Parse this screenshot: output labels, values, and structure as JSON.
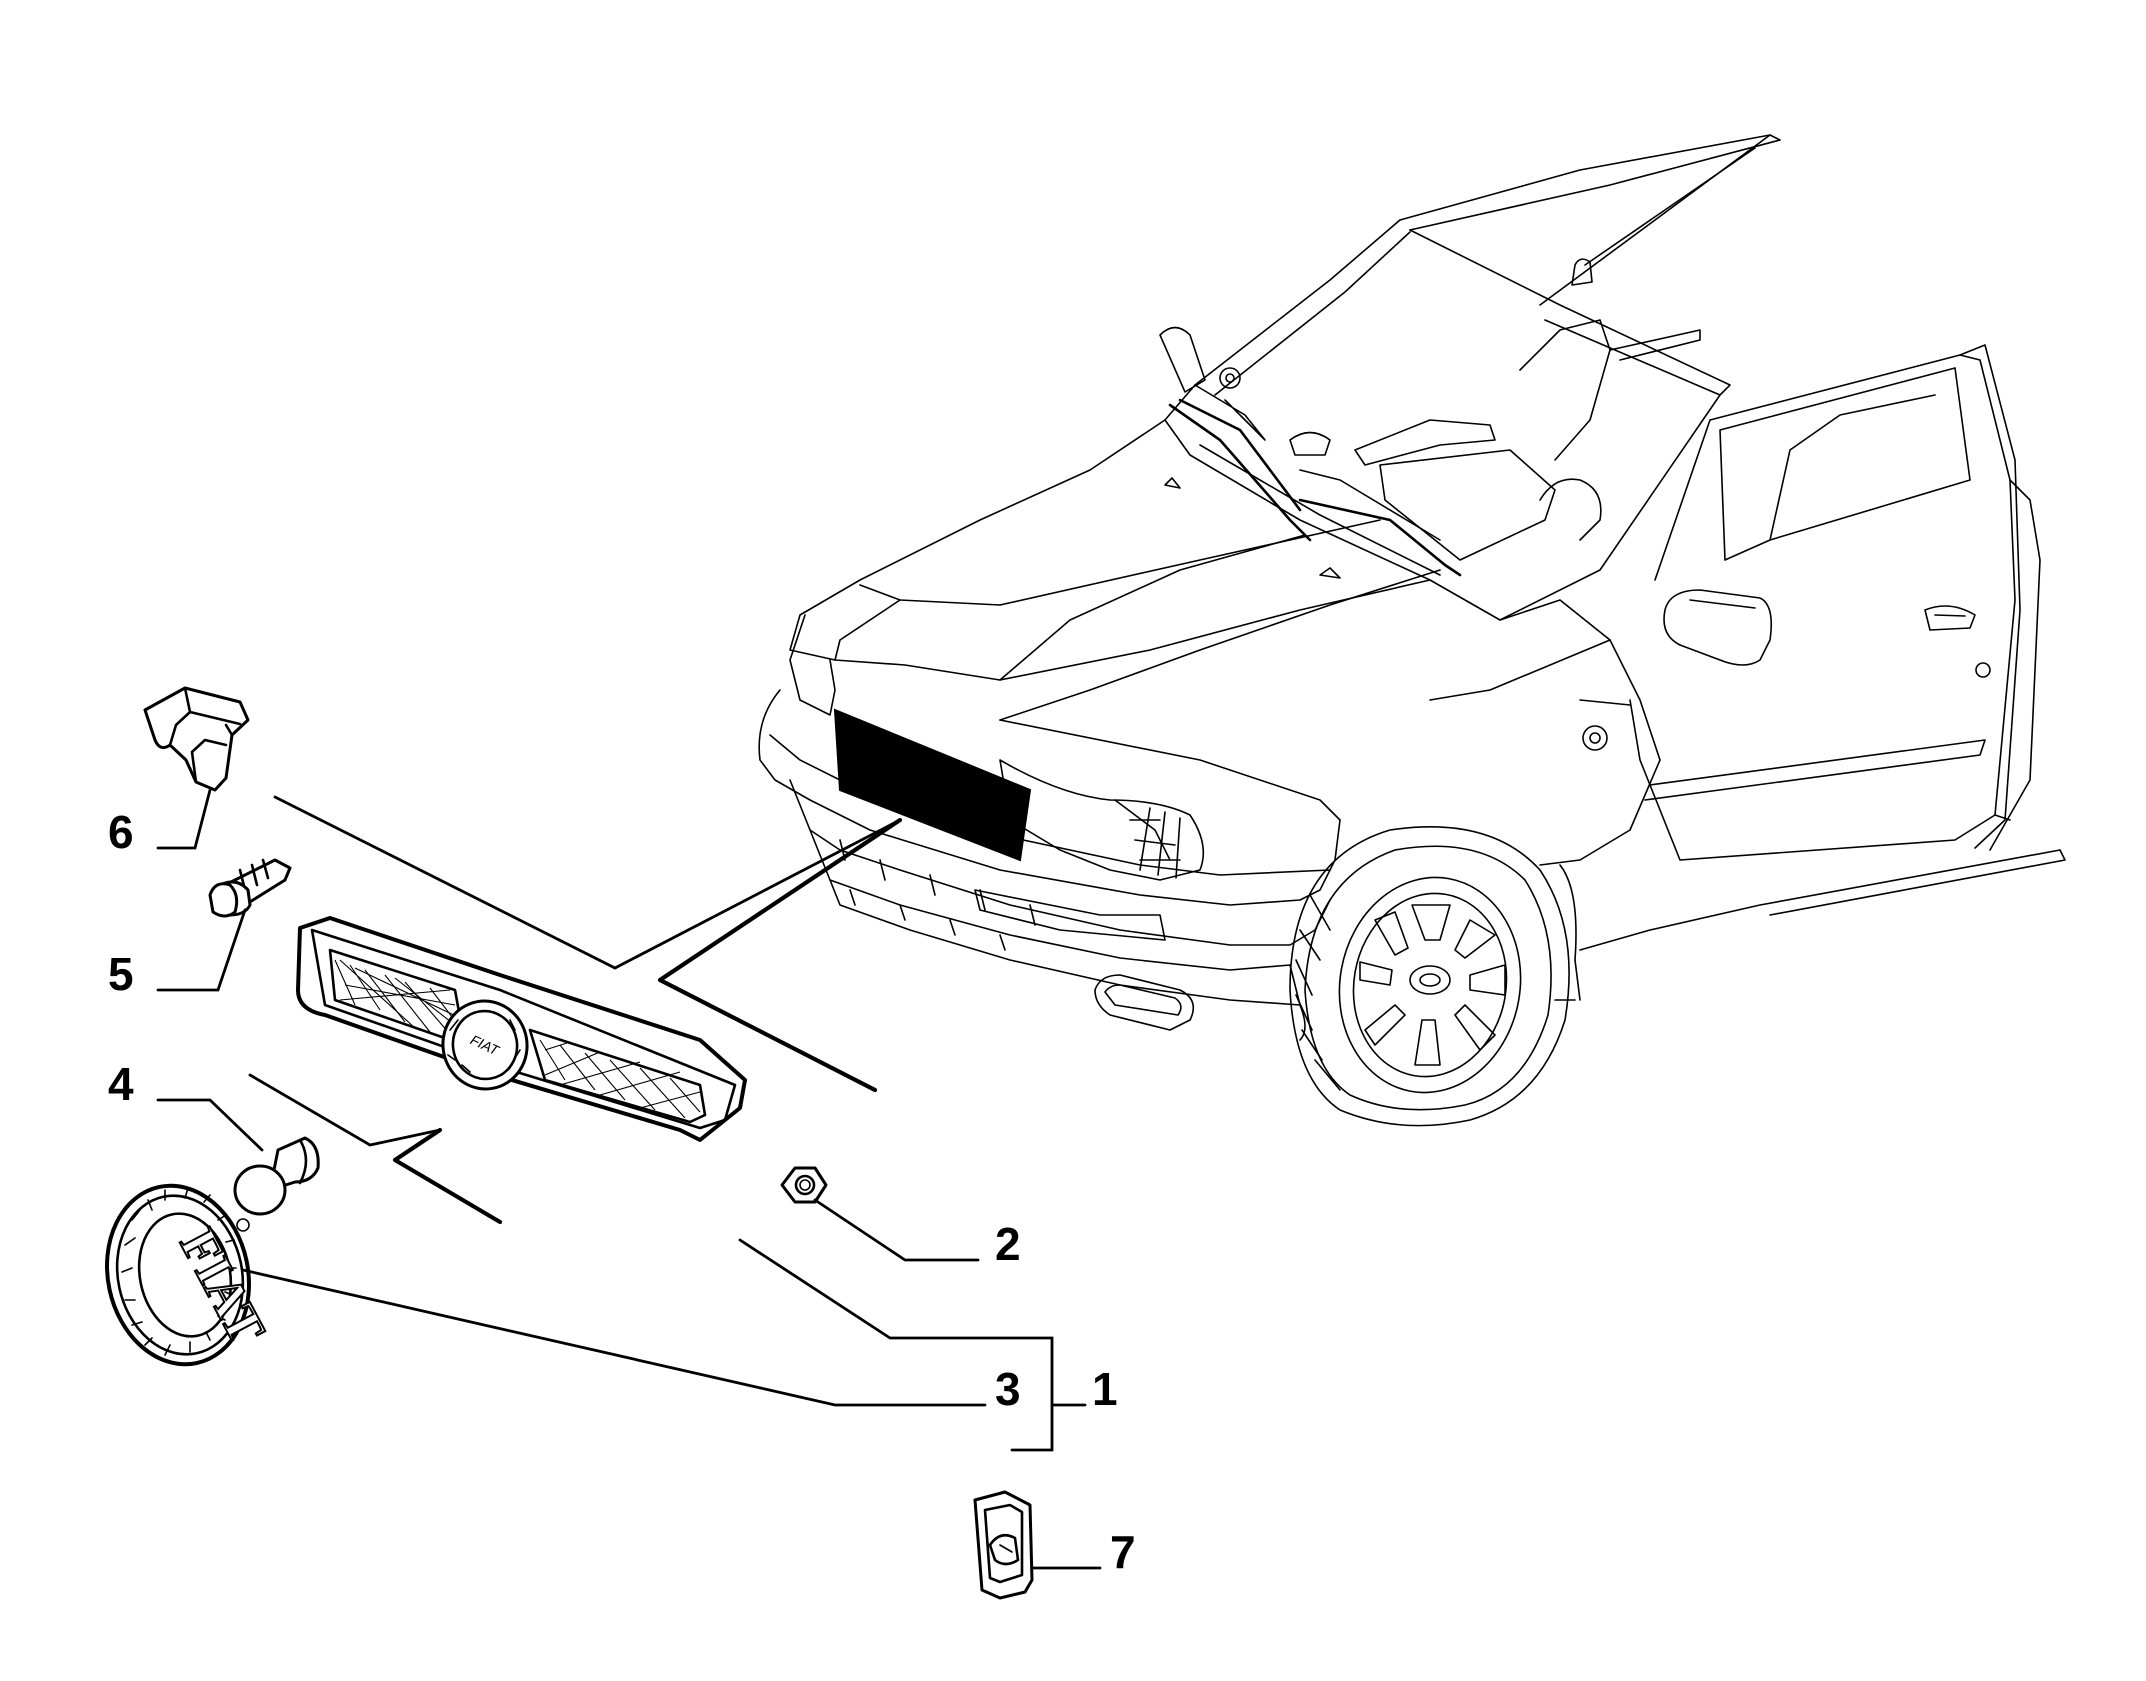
{
  "diagram": {
    "callouts": [
      {
        "id": "1",
        "label": "1"
      },
      {
        "id": "2",
        "label": "2"
      },
      {
        "id": "3",
        "label": "3"
      },
      {
        "id": "4",
        "label": "4"
      },
      {
        "id": "5",
        "label": "5"
      },
      {
        "id": "6",
        "label": "6"
      },
      {
        "id": "7",
        "label": "7"
      }
    ],
    "grille_badge_text": "FIAT",
    "emblem_text": "FIAT",
    "colors": {
      "line": "#000000",
      "background": "#ffffff",
      "highlight": "#000000"
    }
  }
}
